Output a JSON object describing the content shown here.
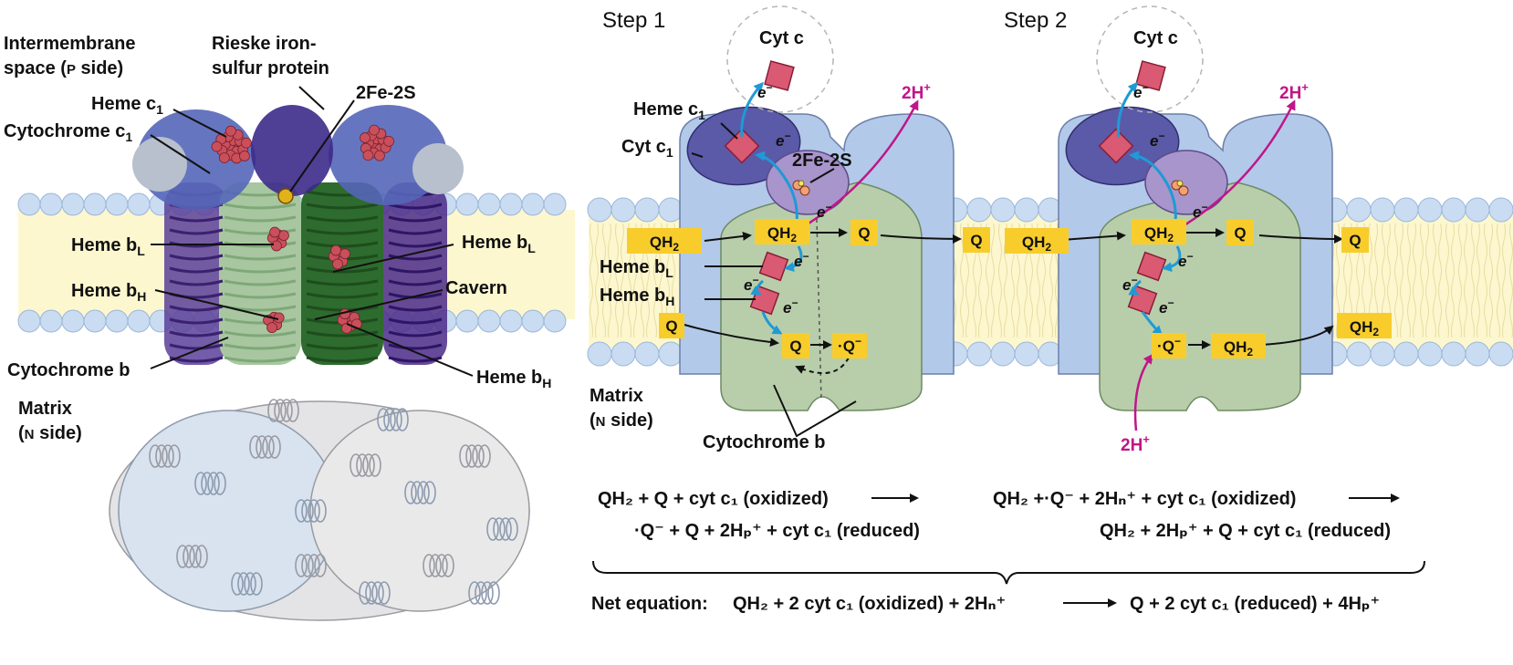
{
  "left_panel": {
    "ims_line1": "Intermembrane",
    "ims_line2": "space (",
    "ims_p": "P",
    "ims_side": " side)",
    "rieske_line1": "Rieske iron-",
    "rieske_line2": "sulfur protein",
    "fe2s": "2Fe-2S",
    "heme_c1": "Heme c",
    "cyt_c1": "Cytochrome c",
    "sub1": "1",
    "heme_bl_left": "Heme b",
    "heme_bl_right": "Heme b",
    "sub_L": "L",
    "heme_bh_left": "Heme b",
    "heme_bh_right": "Heme b",
    "sub_H": "H",
    "cavern": "Cavern",
    "cyt_b": "Cytochrome b",
    "matrix_line1": "Matrix",
    "matrix_line2": "(",
    "matrix_n": "N",
    "matrix_side": " side)"
  },
  "step1": {
    "title": "Step 1",
    "cyt_c": "Cyt c",
    "heme_c1": "Heme c",
    "cyt_c1": "Cyt c",
    "sub1": "1",
    "fe2s": "2Fe-2S",
    "h2_out": "2H",
    "plus": "+",
    "qh2_in": "QH",
    "qh2_site": "QH",
    "sub2": "2",
    "q_out1": "Q",
    "q_out2": "Q",
    "heme_bl": "Heme b",
    "heme_bh": "Heme b",
    "sub_L": "L",
    "sub_H": "H",
    "q_in": "Q",
    "q_site": "Q",
    "semiq": "·Q",
    "minus": "−",
    "matrix_line1": "Matrix",
    "matrix_line2": "(",
    "matrix_n": "N",
    "matrix_side": " side)",
    "cyt_b": "Cytochrome b",
    "electron": "e",
    "eminus": "−"
  },
  "step2": {
    "title": "Step 2",
    "cyt_c": "Cyt c",
    "h2_out": "2H",
    "plus": "+",
    "qh2_in": "QH",
    "qh2_site": "QH",
    "sub2": "2",
    "q_out1": "Q",
    "q_out2": "Q",
    "semiq": "·Q",
    "minus": "−",
    "qh2_n": "QH",
    "qh2_final": "QH",
    "h2_in": "2H",
    "electron": "e",
    "eminus": "−"
  },
  "equations": {
    "step1_line1": "QH₂  + Q +  cyt c₁ (oxidized)",
    "step1_line2": "·Q⁻  + Q +  2Hₚ⁺ + cyt c₁ (reduced)",
    "step2_line1": "QH₂  +·Q⁻  + 2Hₙ⁺  + cyt c₁ (oxidized)",
    "step2_line2": "QH₂  + 2Hₚ⁺ + Q + cyt c₁ (reduced)",
    "net_label": "Net equation:",
    "net_left": "QH₂  + 2 cyt c₁ (oxidized)  + 2Hₙ⁺",
    "net_right": "Q + 2 cyt c₁ (reduced)  + 4Hₚ⁺"
  },
  "colors": {
    "membrane": "#fdf7cf",
    "lipid_head": "#c9dcf2",
    "cyt_c1_dark": "#5b5aa8",
    "blue_body": "#b2c9ea",
    "green_body": "#b8ceab",
    "fes_purple": "#a895cb",
    "heme_red": "#d95a72",
    "q_yellow": "#f8cd2b",
    "electron_arrow": "#1f9ad6",
    "proton_arrow": "#c0168a"
  }
}
